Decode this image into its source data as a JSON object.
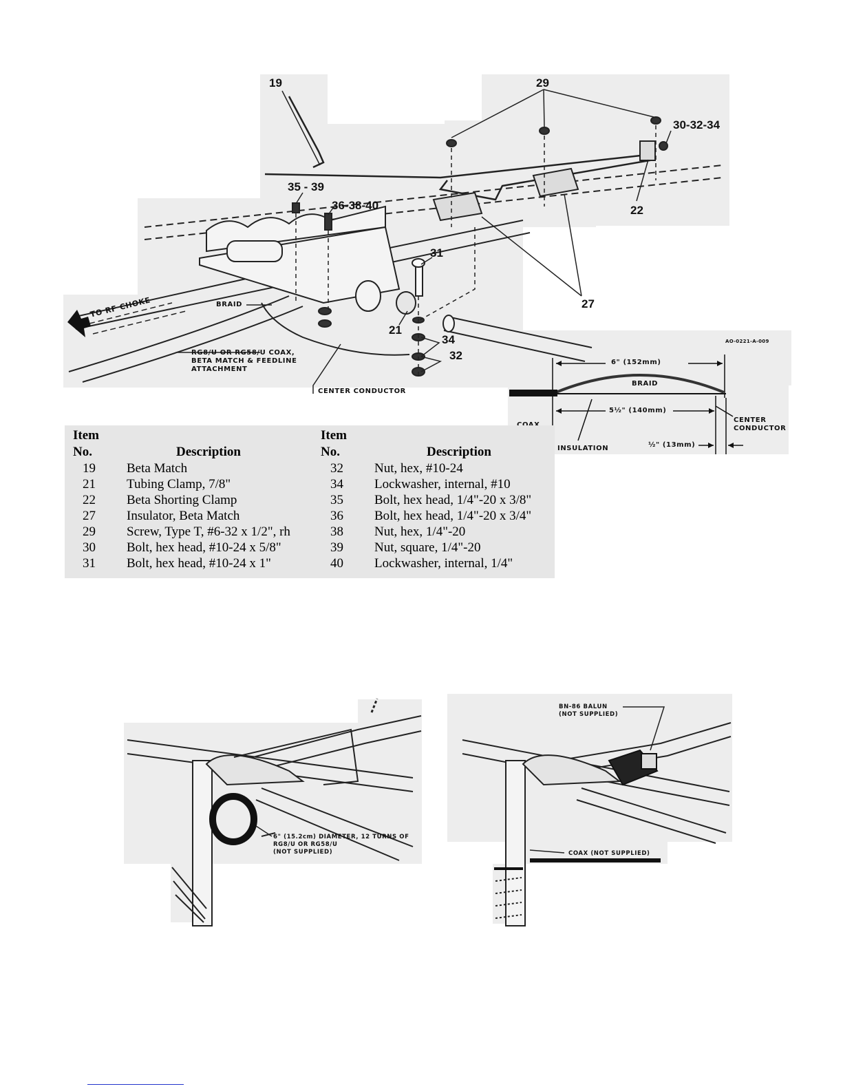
{
  "top_diagram": {
    "callouts": {
      "c19": "19",
      "c29": "29",
      "c30_32_34": "30-32-34",
      "c22": "22",
      "c35_39": "35 - 39",
      "c36_38_40": "36-38-40",
      "c31": "31",
      "c27": "27",
      "c21": "21",
      "c34": "34",
      "c32": "32"
    },
    "labels": {
      "to_rf_choke": "TO RF CHOKE",
      "braid": "BRAID",
      "coax_note": "RG8/U OR RG58/U COAX,\nBETA MATCH & FEEDLINE\nATTACHMENT",
      "center_conductor": "CENTER CONDUCTOR",
      "drawing_id": "AO-0221-A-009"
    }
  },
  "coax_detail": {
    "dim_6": "6\" (152mm)",
    "braid": "BRAID",
    "coax": "COAX",
    "dim_5_5": "5½\" (140mm)",
    "insulation": "INSULATION",
    "center_conductor": "CENTER\nCONDUCTOR",
    "dim_half": "½\" (13mm)"
  },
  "parts_table": {
    "header_item": "Item",
    "header_no": "No.",
    "header_desc": "Description",
    "left": [
      {
        "no": "19",
        "desc": "Beta Match"
      },
      {
        "no": "21",
        "desc": "Tubing Clamp, 7/8\""
      },
      {
        "no": "22",
        "desc": "Beta Shorting Clamp"
      },
      {
        "no": "27",
        "desc": "Insulator, Beta Match"
      },
      {
        "no": "29",
        "desc": "Screw, Type T, #6-32 x 1/2\", rh"
      },
      {
        "no": "30",
        "desc": "Bolt, hex head, #10-24 x 5/8\""
      },
      {
        "no": "31",
        "desc": "Bolt, hex head, #10-24 x 1\""
      }
    ],
    "right": [
      {
        "no": "32",
        "desc": "Nut, hex, #10-24"
      },
      {
        "no": "34",
        "desc": "Lockwasher, internal, #10"
      },
      {
        "no": "35",
        "desc": "Bolt, hex head, 1/4\"-20 x 3/8\""
      },
      {
        "no": "36",
        "desc": "Bolt, hex head, 1/4\"-20 x 3/4\""
      },
      {
        "no": "38",
        "desc": "Nut, hex, 1/4\"-20"
      },
      {
        "no": "39",
        "desc": "Nut, square, 1/4\"-20"
      },
      {
        "no": "40",
        "desc": "Lockwasher, internal, 1/4\""
      }
    ]
  },
  "choke_diagram": {
    "note": "6\" (15.2cm) DIAMETER, 12 TURNS OF\nRG8/U OR RG58/U\n(NOT SUPPLIED)"
  },
  "balun_diagram": {
    "balun_note": "BN-86 BALUN\n(NOT SUPPLIED)",
    "coax_note": "COAX (NOT SUPPLIED)"
  }
}
